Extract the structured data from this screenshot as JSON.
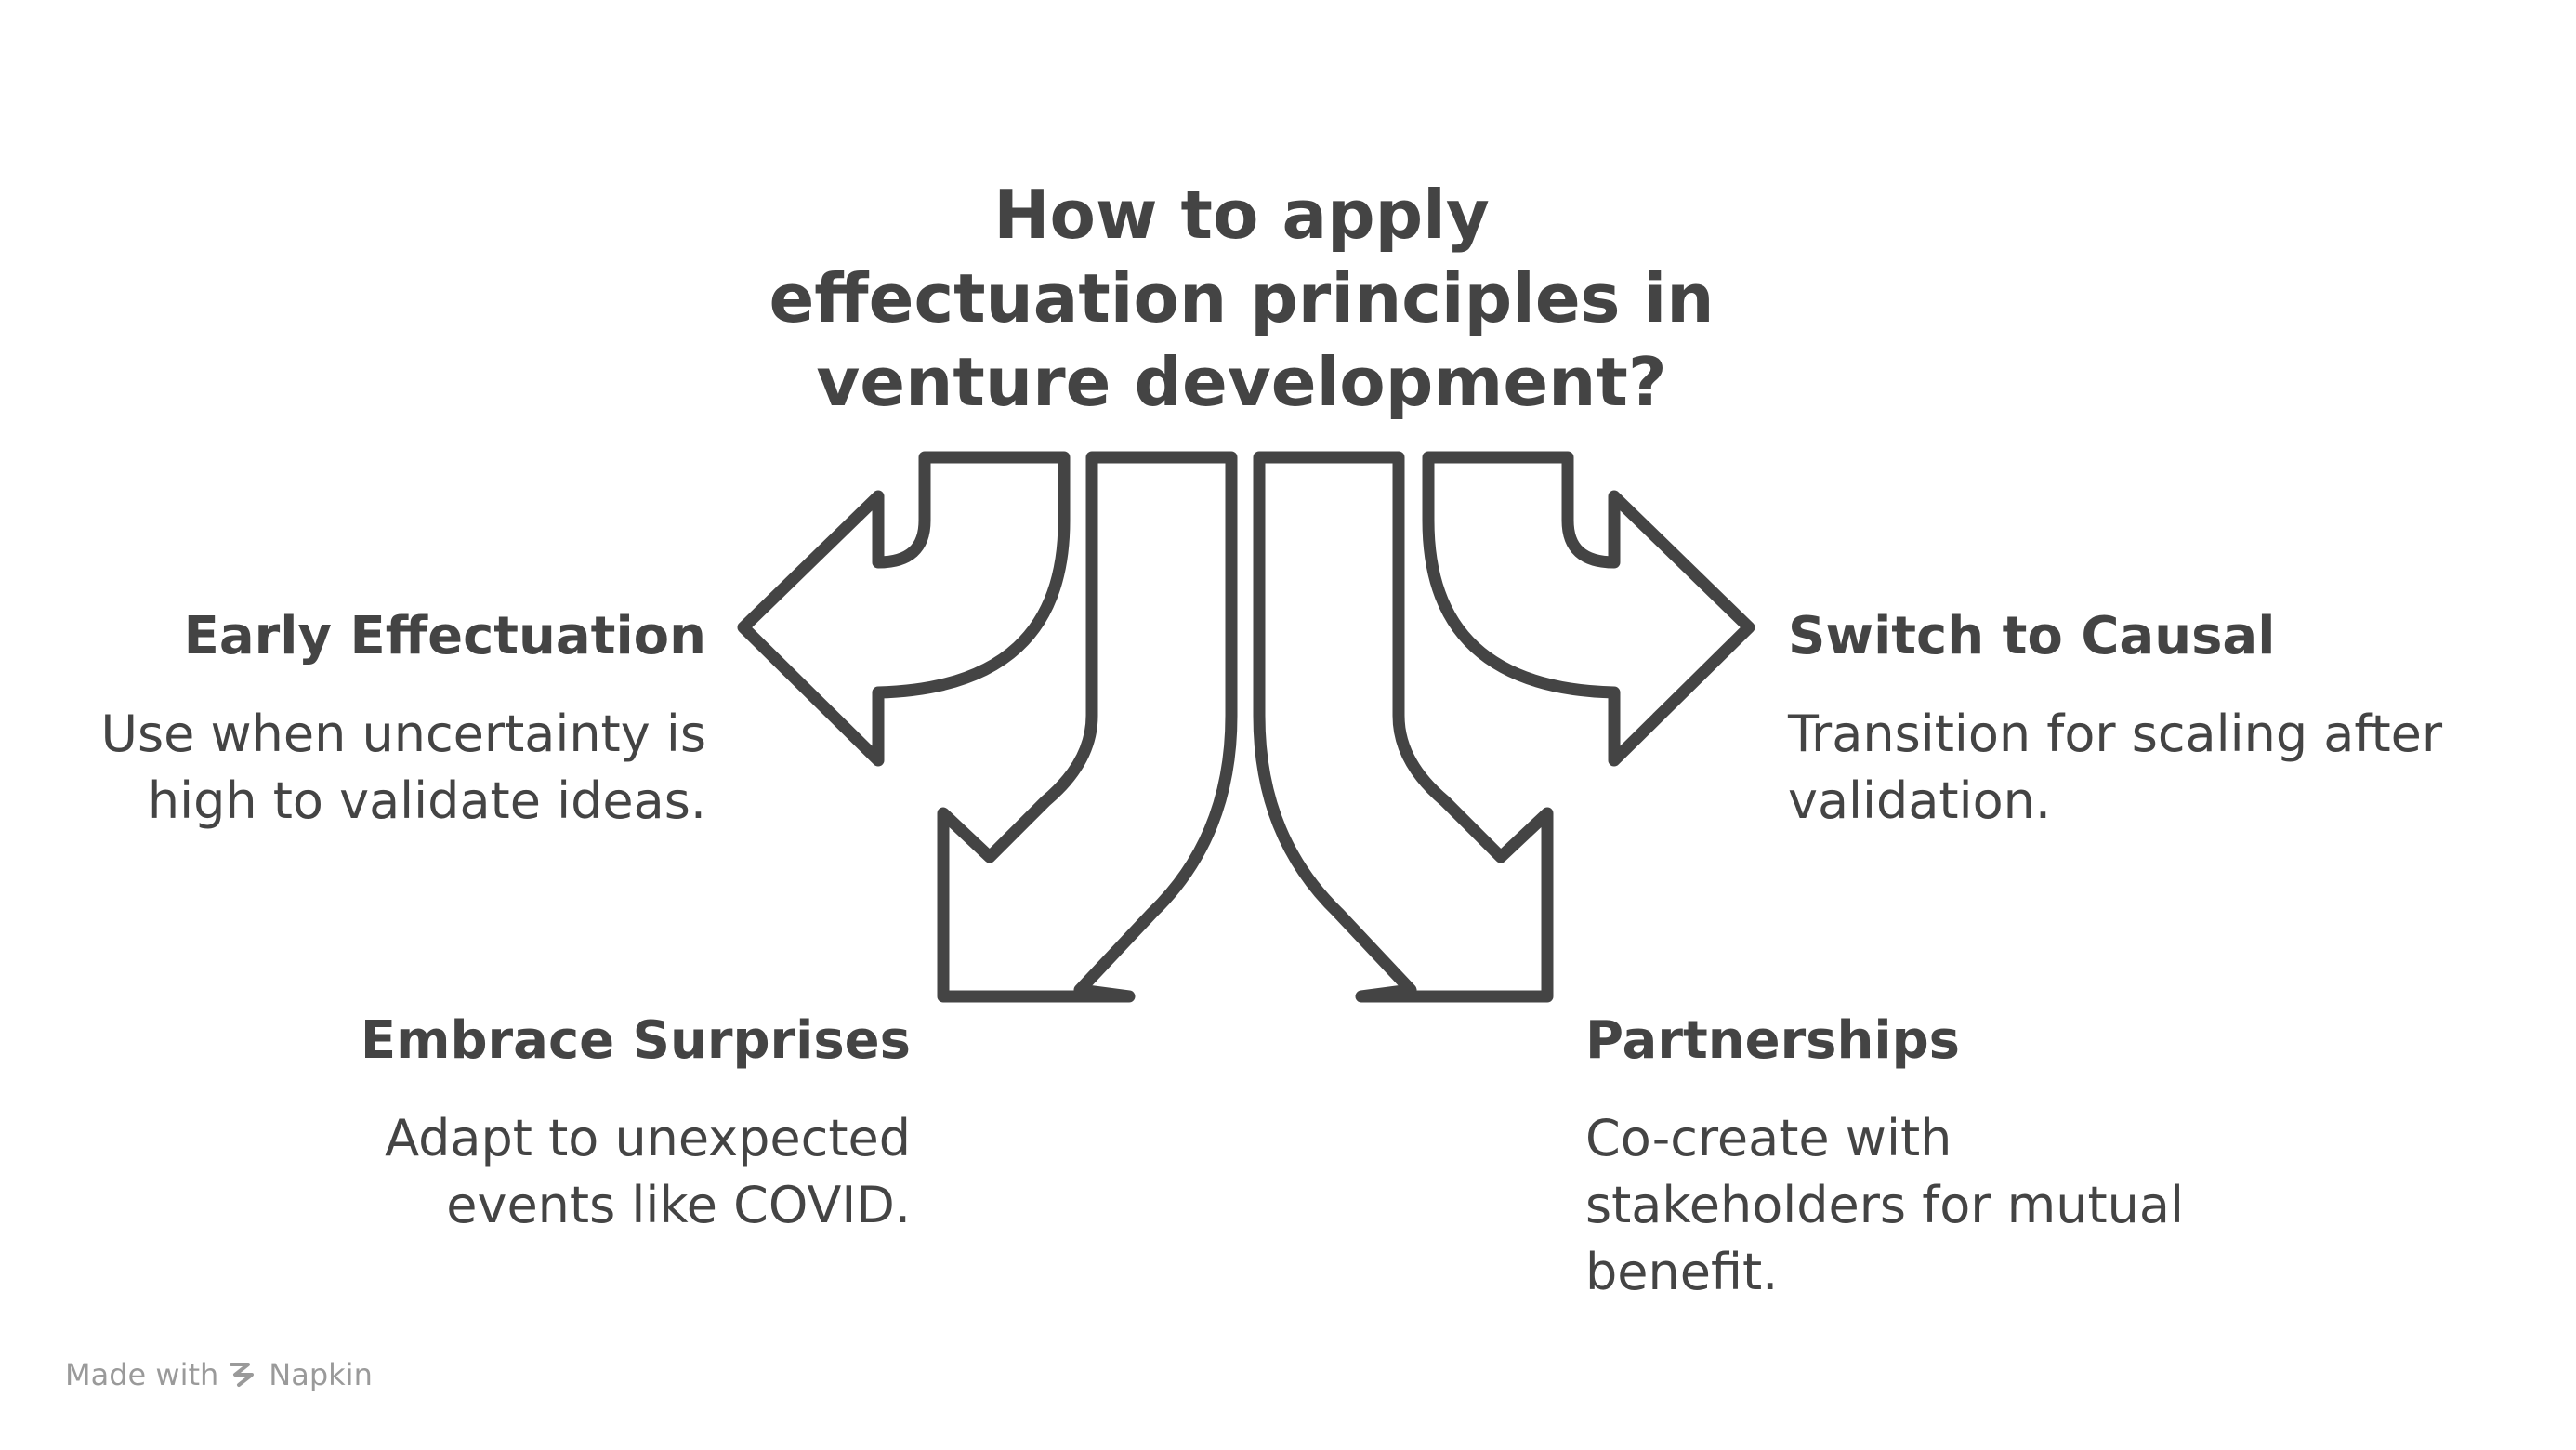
{
  "title": "How to apply\neffectuation principles in\nventure development?",
  "branches": {
    "early_effectuation": {
      "heading": "Early Effectuation",
      "description": "Use when uncertainty is\nhigh to validate ideas."
    },
    "embrace_surprises": {
      "heading": "Embrace Surprises",
      "description": "Adapt to unexpected\nevents like COVID."
    },
    "switch_to_causal": {
      "heading": "Switch to Causal",
      "description": "Transition for scaling after\nvalidation."
    },
    "partnerships": {
      "heading": "Partnerships",
      "description": "Co-create with\nstakeholders for mutual\nbenefit."
    }
  },
  "footer": {
    "made_with": "Made with",
    "brand": "Napkin"
  },
  "colors": {
    "ink": "#444444",
    "footer": "#9a9a9a",
    "background": "#ffffff"
  },
  "icons": [
    "arrow-left-icon",
    "arrow-down-left-icon",
    "arrow-down-right-icon",
    "arrow-right-icon",
    "napkin-logo-icon"
  ]
}
